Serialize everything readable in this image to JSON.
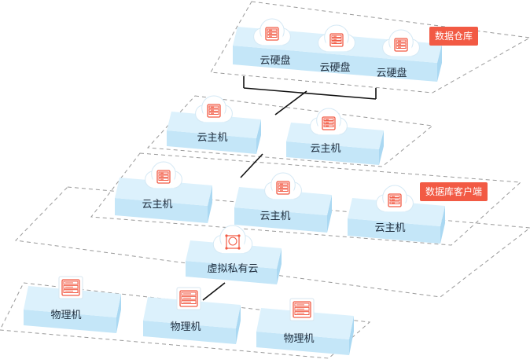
{
  "colors": {
    "block_top": "#dcf1fc",
    "block_side": "#aad8f2",
    "dash": "#9a9a9a",
    "icon_accent": "#f25a44",
    "tag_bg": "#f25a44",
    "cloud": "#ffffff"
  },
  "layers": {
    "warehouse": {
      "tag": "数据仓库",
      "disks": [
        "云硬盘",
        "云硬盘",
        "云硬盘"
      ]
    },
    "hosts_upper": [
      "云主机",
      "云主机"
    ],
    "client": {
      "tag": "数据库客户端",
      "hosts": [
        "云主机",
        "云主机",
        "云主机"
      ]
    },
    "private_cloud": "虚拟私有云",
    "physical": [
      "物理机",
      "物理机",
      "物理机"
    ]
  },
  "icons": {
    "server": "server-icon",
    "network": "network-icon",
    "cloud": "cloud-icon"
  }
}
